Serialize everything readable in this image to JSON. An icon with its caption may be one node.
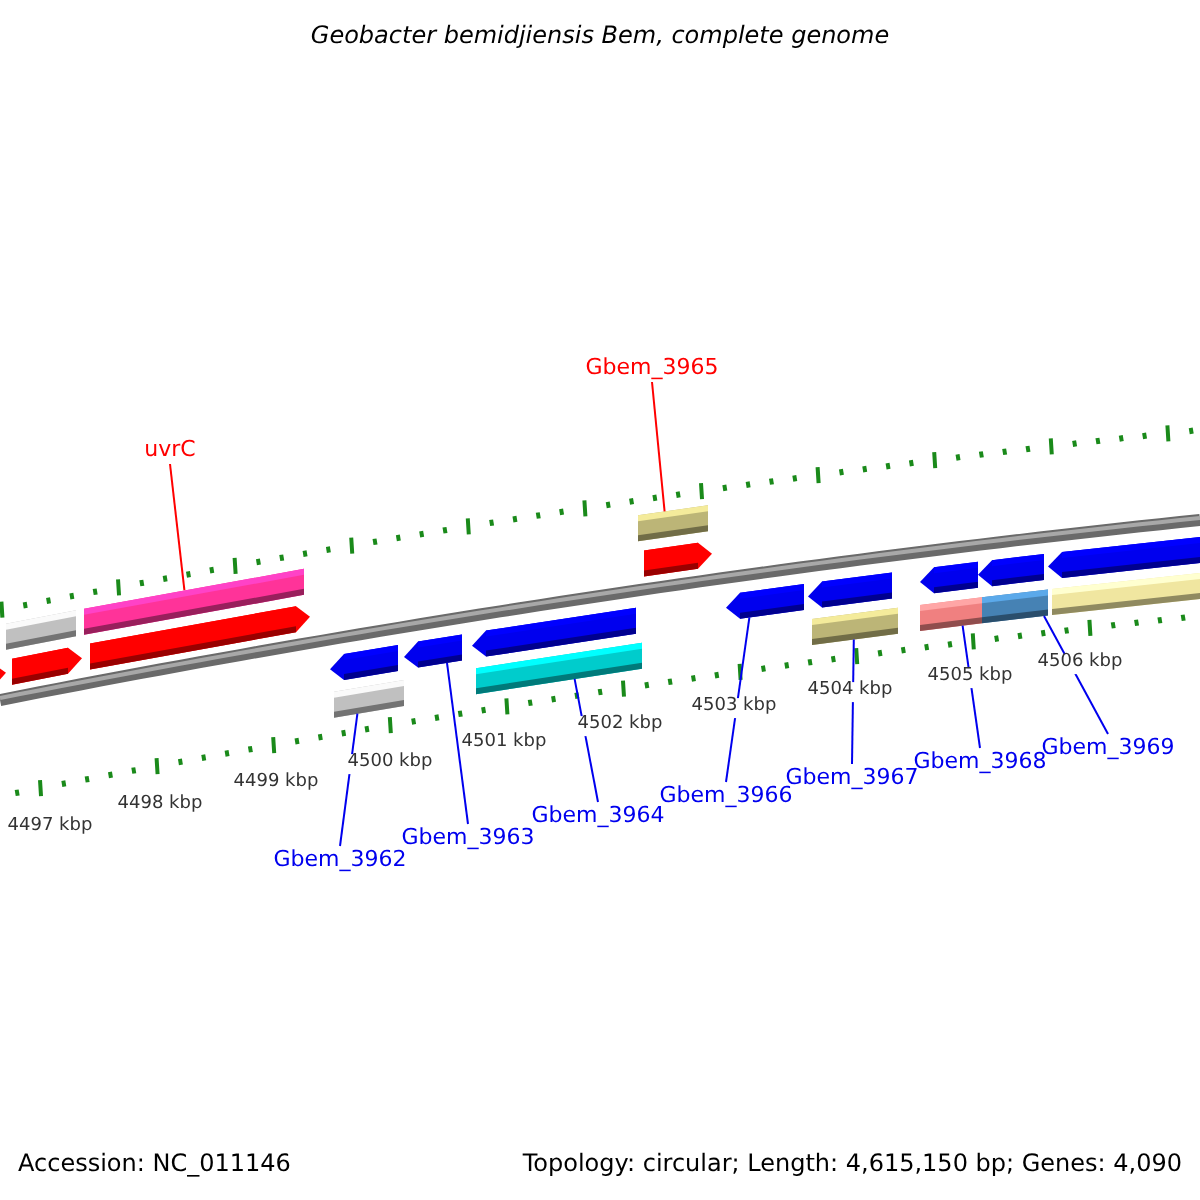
{
  "diagram": {
    "title": "Geobacter bemidjiensis Bem, complete genome",
    "nodes": [
      {
        "text": [
          "Gbem_3965"
        ]
      },
      {
        "text": [
          "uvrC"
        ]
      },
      {
        "text": [
          "Gbem_3962"
        ]
      },
      {
        "text": [
          "Gbem_3963"
        ]
      },
      {
        "text": [
          "Gbem_3964"
        ]
      },
      {
        "text": [
          "Gbem_3966"
        ]
      },
      {
        "text": [
          "Gbem_3967"
        ]
      },
      {
        "text": [
          "Gbem_3968"
        ]
      },
      {
        "text": [
          "Gbem_3969"
        ]
      },
      {
        "text": [],
        "shape": "arrow"
      },
      {
        "text": [],
        "shape": "bar"
      },
      {
        "text": [],
        "shape": "arrow"
      },
      {
        "text": [],
        "shape": "bar"
      },
      {
        "text": [],
        "shape": "arrow"
      },
      {
        "text": [],
        "shape": "arrow"
      },
      {
        "text": [],
        "shape": "bar"
      },
      {
        "text": [],
        "shape": "arrow"
      },
      {
        "text": [],
        "shape": "arrow"
      },
      {
        "text": [],
        "shape": "bar"
      },
      {
        "text": [],
        "shape": "bar"
      },
      {
        "text": [],
        "shape": "arrow"
      },
      {
        "text": [],
        "shape": "arrow"
      },
      {
        "text": [],
        "shape": "arrow"
      },
      {
        "text": [],
        "shape": "bar"
      },
      {
        "text": [],
        "shape": "arrow"
      },
      {
        "text": [],
        "shape": "bar"
      },
      {
        "text": [],
        "shape": "arrow"
      },
      {
        "text": [],
        "shape": "bar"
      },
      {
        "text": [],
        "shape": "arrow"
      },
      {
        "text": [],
        "shape": "bar"
      }
    ],
    "edges": [
      {
        "from": 0,
        "to": 19,
        "arrow": "none",
        "color": "#ff0000"
      },
      {
        "from": 1,
        "to": 12,
        "arrow": "none",
        "color": "#ff0000"
      },
      {
        "from": 2,
        "to": 15,
        "arrow": "none"
      },
      {
        "from": 3,
        "to": 16,
        "arrow": "none"
      },
      {
        "from": 4,
        "to": 18,
        "arrow": "none"
      },
      {
        "from": 5,
        "to": 21,
        "arrow": "none"
      },
      {
        "from": 6,
        "to": 23,
        "arrow": "none"
      },
      {
        "from": 7,
        "to": 25,
        "arrow": "none"
      },
      {
        "from": 8,
        "to": 27,
        "arrow": "none"
      }
    ],
    "labels": [
      "4497 kbp",
      "4498 kbp",
      "4499 kbp",
      "4500 kbp",
      "4501 kbp",
      "4502 kbp",
      "4503 kbp",
      "4504 kbp",
      "4505 kbp",
      "4506 kbp",
      "Accession: NC_011146",
      "Topology: circular; Length: 4,615,150 bp; Genes: 4,090"
    ]
  }
}
